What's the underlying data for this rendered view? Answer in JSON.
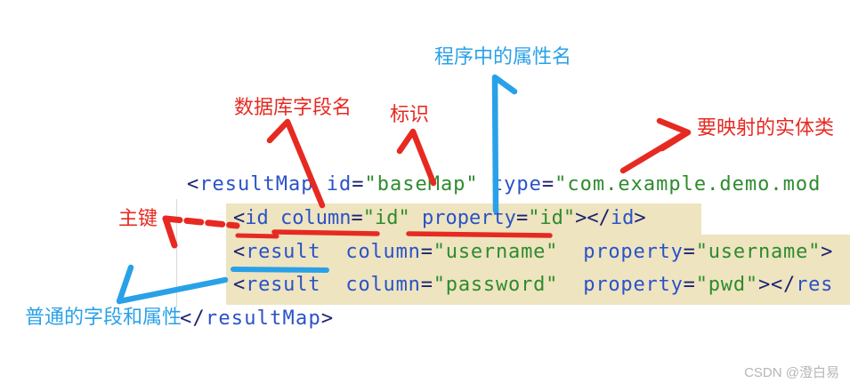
{
  "annotations": {
    "property_name": "程序中的属性名",
    "db_field": "数据库字段名",
    "identifier": "标识",
    "entity_class": "要映射的实体类",
    "primary_key": "主键",
    "normal_fields": "普通的字段和属性"
  },
  "code": {
    "lines": {
      "l1": [
        {
          "t": "<",
          "c": "p"
        },
        {
          "t": "resultMap",
          "c": "n"
        },
        {
          "t": " ",
          "c": "w"
        },
        {
          "t": "id",
          "c": "n"
        },
        {
          "t": "=",
          "c": "p"
        },
        {
          "t": "\"baseMap\"",
          "c": "g"
        },
        {
          "t": " ",
          "c": "w"
        },
        {
          "t": "type",
          "c": "n"
        },
        {
          "t": "=",
          "c": "p"
        },
        {
          "t": "\"com.example.demo.mod",
          "c": "g"
        }
      ],
      "l2": [
        {
          "t": "<",
          "c": "p"
        },
        {
          "t": "id",
          "c": "n"
        },
        {
          "t": " ",
          "c": "w"
        },
        {
          "t": "column",
          "c": "n"
        },
        {
          "t": "=",
          "c": "p"
        },
        {
          "t": "\"id\"",
          "c": "g"
        },
        {
          "t": " ",
          "c": "w"
        },
        {
          "t": "property",
          "c": "n"
        },
        {
          "t": "=",
          "c": "p"
        },
        {
          "t": "\"id\"",
          "c": "g"
        },
        {
          "t": "></",
          "c": "p"
        },
        {
          "t": "id",
          "c": "n"
        },
        {
          "t": ">",
          "c": "p"
        }
      ],
      "l3": [
        {
          "t": "<",
          "c": "p"
        },
        {
          "t": "result",
          "c": "n"
        },
        {
          "t": "  ",
          "c": "w"
        },
        {
          "t": "column",
          "c": "n"
        },
        {
          "t": "=",
          "c": "p"
        },
        {
          "t": "\"username\"",
          "c": "g"
        },
        {
          "t": "  ",
          "c": "w"
        },
        {
          "t": "property",
          "c": "n"
        },
        {
          "t": "=",
          "c": "p"
        },
        {
          "t": "\"username\"",
          "c": "g"
        },
        {
          "t": ">",
          "c": "p"
        }
      ],
      "l4": [
        {
          "t": "<",
          "c": "p"
        },
        {
          "t": "result",
          "c": "n"
        },
        {
          "t": "  ",
          "c": "w"
        },
        {
          "t": "column",
          "c": "n"
        },
        {
          "t": "=",
          "c": "p"
        },
        {
          "t": "\"password\"",
          "c": "g"
        },
        {
          "t": "  ",
          "c": "w"
        },
        {
          "t": "property",
          "c": "n"
        },
        {
          "t": "=",
          "c": "p"
        },
        {
          "t": "\"pwd\"",
          "c": "g"
        },
        {
          "t": "></",
          "c": "p"
        },
        {
          "t": "res",
          "c": "n"
        }
      ],
      "l5": [
        {
          "t": "</",
          "c": "p"
        },
        {
          "t": "resultMap",
          "c": "n"
        },
        {
          "t": ">",
          "c": "p"
        }
      ]
    }
  },
  "colors": {
    "annotation_red": "#e62a22",
    "annotation_blue": "#29a1e8",
    "code_name_blue": "#2a52c8",
    "code_punct_navy": "#1c2370",
    "code_string_green": "#2e8b2e",
    "highlight_beige": "#eee4c0",
    "watermark_gray": "#b6b6b6"
  },
  "watermark": {
    "text": "CSDN @澄白易"
  }
}
